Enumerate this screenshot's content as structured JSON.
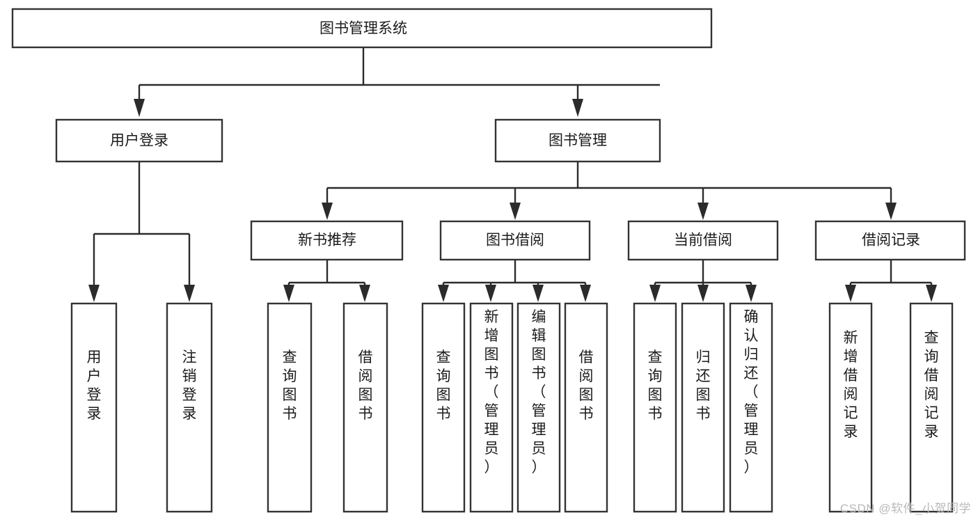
{
  "diagram": {
    "type": "tree",
    "title": "图书管理系统",
    "watermark": "CSDN @软件_小贺同学",
    "nodes": {
      "root": {
        "label": "图书管理系统",
        "level": 0,
        "orientation": "horizontal"
      },
      "l1": [
        {
          "id": "user-login",
          "label": "用户登录",
          "orientation": "horizontal"
        },
        {
          "id": "book-manage",
          "label": "图书管理",
          "orientation": "horizontal"
        }
      ],
      "l2": [
        {
          "id": "new-book-rec",
          "label": "新书推荐",
          "parent": "book-manage",
          "orientation": "horizontal"
        },
        {
          "id": "book-borrow",
          "label": "图书借阅",
          "parent": "book-manage",
          "orientation": "horizontal"
        },
        {
          "id": "current-borrow",
          "label": "当前借阅",
          "parent": "book-manage",
          "orientation": "horizontal"
        },
        {
          "id": "borrow-record",
          "label": "借阅记录",
          "parent": "book-manage",
          "orientation": "horizontal"
        }
      ],
      "leaves": [
        {
          "id": "leaf-user-login",
          "label": "用户登录",
          "parent": "user-login",
          "orientation": "vertical"
        },
        {
          "id": "leaf-logout",
          "label": "注销登录",
          "parent": "user-login",
          "orientation": "vertical"
        },
        {
          "id": "leaf-query-book-1",
          "label": "查询图书",
          "parent": "new-book-rec",
          "orientation": "vertical"
        },
        {
          "id": "leaf-borrow-book-1",
          "label": "借阅图书",
          "parent": "new-book-rec",
          "orientation": "vertical"
        },
        {
          "id": "leaf-query-book-2",
          "label": "查询图书",
          "parent": "book-borrow",
          "orientation": "vertical"
        },
        {
          "id": "leaf-add-book",
          "label": "新增图书（管理员）",
          "parent": "book-borrow",
          "orientation": "vertical"
        },
        {
          "id": "leaf-edit-book",
          "label": "编辑图书（管理员）",
          "parent": "book-borrow",
          "orientation": "vertical"
        },
        {
          "id": "leaf-borrow-book-2",
          "label": "借阅图书",
          "parent": "book-borrow",
          "orientation": "vertical"
        },
        {
          "id": "leaf-query-book-3",
          "label": "查询图书",
          "parent": "current-borrow",
          "orientation": "vertical"
        },
        {
          "id": "leaf-return-book",
          "label": "归还图书",
          "parent": "current-borrow",
          "orientation": "vertical"
        },
        {
          "id": "leaf-confirm-return",
          "label": "确认归还（管理员）",
          "parent": "current-borrow",
          "orientation": "vertical"
        },
        {
          "id": "leaf-add-record",
          "label": "新增借阅记录",
          "parent": "borrow-record",
          "orientation": "vertical"
        },
        {
          "id": "leaf-query-record",
          "label": "查询借阅记录",
          "parent": "borrow-record",
          "orientation": "vertical"
        }
      ]
    },
    "colors": {
      "box_stroke": "#333333",
      "box_fill": "#ffffff",
      "connector": "#2b2b2b",
      "text": "#1b1b1b",
      "watermark": "#b9b9b9",
      "background": "#ffffff"
    }
  }
}
